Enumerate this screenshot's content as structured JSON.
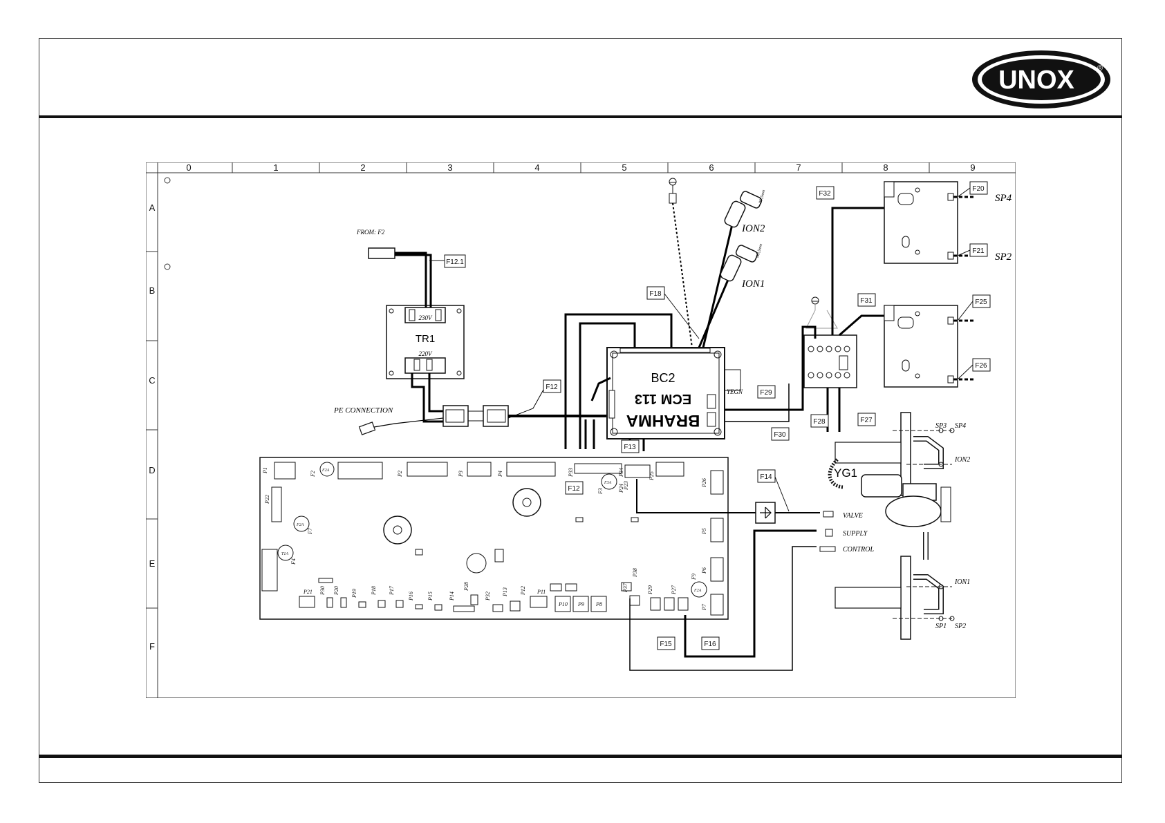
{
  "brand": {
    "name": "UNOX",
    "reg": "®"
  },
  "grid": {
    "columns": [
      "0",
      "1",
      "2",
      "3",
      "4",
      "5",
      "6",
      "7",
      "8",
      "9"
    ],
    "rows": [
      "A",
      "B",
      "C",
      "D",
      "E",
      "F"
    ]
  },
  "labels": {
    "from_f2": "FROM: F2",
    "pe_connection": "PE CONNECTION",
    "tr1": "TR1",
    "v230": "230V",
    "v220": "220V",
    "bc2": "BC2",
    "ecm": "ECM 113",
    "brahma": "BRAHMA",
    "yegn": "YEGN",
    "ion2": "ION2",
    "ion1": "ION1",
    "ion2_right": "ION2",
    "ion1_right": "ION1",
    "sp4": "SP4",
    "sp2": "SP2",
    "sp3_small": "SP3",
    "sp4_small": "SP4",
    "sp1_small": "SP1",
    "sp2_small": "SP2",
    "yg1": "YG1",
    "valve": "VALVE",
    "supply": "SUPPLY",
    "control": "CONTROL",
    "len1": "0Ø,5mm",
    "len2": "0Ø,5mm"
  },
  "wire_tags": {
    "f12_1": "F12.1",
    "f12": "F12",
    "f12b": "F12",
    "f13": "F13",
    "f14": "F14",
    "f15": "F15",
    "f16": "F16",
    "f18": "F18",
    "f20": "F20",
    "f21": "F21",
    "f25": "F25",
    "f26": "F26",
    "f27": "F27",
    "f28": "F28",
    "f29": "F29",
    "f30": "F30",
    "f31": "F31",
    "f32": "F32"
  },
  "board_connectors": {
    "p1": "P1",
    "p2": "P2",
    "p3": "P3",
    "p4": "P4",
    "p5": "P5",
    "p6": "P6",
    "p7": "P7",
    "p8": "P8",
    "p9": "P9",
    "p10": "P10",
    "p11": "P11",
    "p12": "P12",
    "p13": "P13",
    "p14": "P14",
    "p15": "P15",
    "p16": "P16",
    "p17": "P17",
    "p18": "P18",
    "p19": "P19",
    "p20": "P20",
    "p21": "P21",
    "p22": "P22",
    "p23": "P23",
    "p24": "P24",
    "p25": "P25",
    "p26": "P26",
    "p27": "P27",
    "p28": "P28",
    "p29": "P29",
    "p30": "P30",
    "p32": "P32",
    "p33": "P33",
    "p34": "P34",
    "p37": "P37",
    "p38": "P38",
    "f2": "F2",
    "f3": "F3",
    "f4": "F4",
    "f7": "F7",
    "f9": "F9",
    "f2a": "F2A",
    "f2a_b": "F2A",
    "t1a": "T1A",
    "f2a_c": "F2A",
    "f3a": "F3A"
  },
  "colors": {
    "ink": "#111111",
    "frame": "#333333",
    "wire": "#000000"
  }
}
